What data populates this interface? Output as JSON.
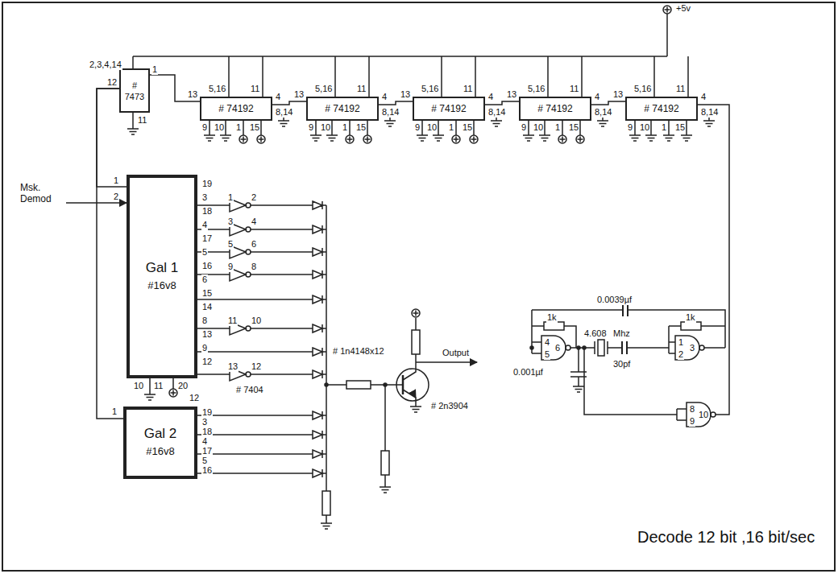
{
  "diagram": {
    "caption": "Decode 12 bit ,16 bit/sec",
    "nodes": [
      {
        "text": [
          "# 7473"
        ]
      },
      {
        "text": [
          "# 74192"
        ]
      },
      {
        "text": [
          "# 74192"
        ]
      },
      {
        "text": [
          "# 74192"
        ]
      },
      {
        "text": [
          "# 74192"
        ]
      },
      {
        "text": [
          "# 74192"
        ]
      },
      {
        "text": [
          "Gal 1",
          "#16v8"
        ]
      },
      {
        "text": [
          "Gal 2",
          "#16v8"
        ]
      }
    ],
    "edges": [
      {
        "from": 0,
        "to": 1,
        "arrow": "none"
      },
      {
        "from": 1,
        "to": 2,
        "arrow": "none"
      },
      {
        "from": 2,
        "to": 3,
        "arrow": "none"
      },
      {
        "from": 3,
        "to": 4,
        "arrow": "none"
      },
      {
        "from": 4,
        "to": 5,
        "arrow": "none"
      },
      {
        "from": 0,
        "to": 6,
        "arrow": "none"
      },
      {
        "from": 0,
        "to": 7,
        "arrow": "none"
      }
    ],
    "labels": [
      "+5v",
      "2,3,4,14",
      "12",
      "1",
      "11",
      "13",
      "5,16",
      "11",
      "4",
      "8,14",
      "9",
      "10",
      "1",
      "15",
      "13",
      "5,16",
      "11",
      "4",
      "8,14",
      "9",
      "10",
      "1",
      "15",
      "13",
      "5,16",
      "11",
      "4",
      "8,14",
      "9",
      "10",
      "1",
      "15",
      "13",
      "5,16",
      "11",
      "4",
      "8,14",
      "9",
      "10",
      "1",
      "15",
      "13",
      "5,16",
      "11",
      "4",
      "8,14",
      "9",
      "10",
      "1",
      "15",
      "Msk. Demod",
      "1",
      "2",
      "19",
      "3",
      "18",
      "4",
      "17",
      "5",
      "16",
      "6",
      "15",
      "14",
      "8",
      "13",
      "9",
      "12",
      "1",
      "2",
      "3",
      "4",
      "5",
      "6",
      "9",
      "8",
      "11",
      "10",
      "13",
      "12",
      "# 7404",
      "# 1n4148x12",
      "10",
      "11",
      "20",
      "12",
      "1",
      "19",
      "3",
      "18",
      "4",
      "17",
      "5",
      "16",
      "Output",
      "# 2n3904",
      "0.0039µf",
      "1k",
      "1k",
      "4",
      "5",
      "6",
      "4.608",
      "Mhz",
      "30pf",
      "1",
      "2",
      "3",
      "0.001µf",
      "8",
      "9",
      "10"
    ]
  }
}
